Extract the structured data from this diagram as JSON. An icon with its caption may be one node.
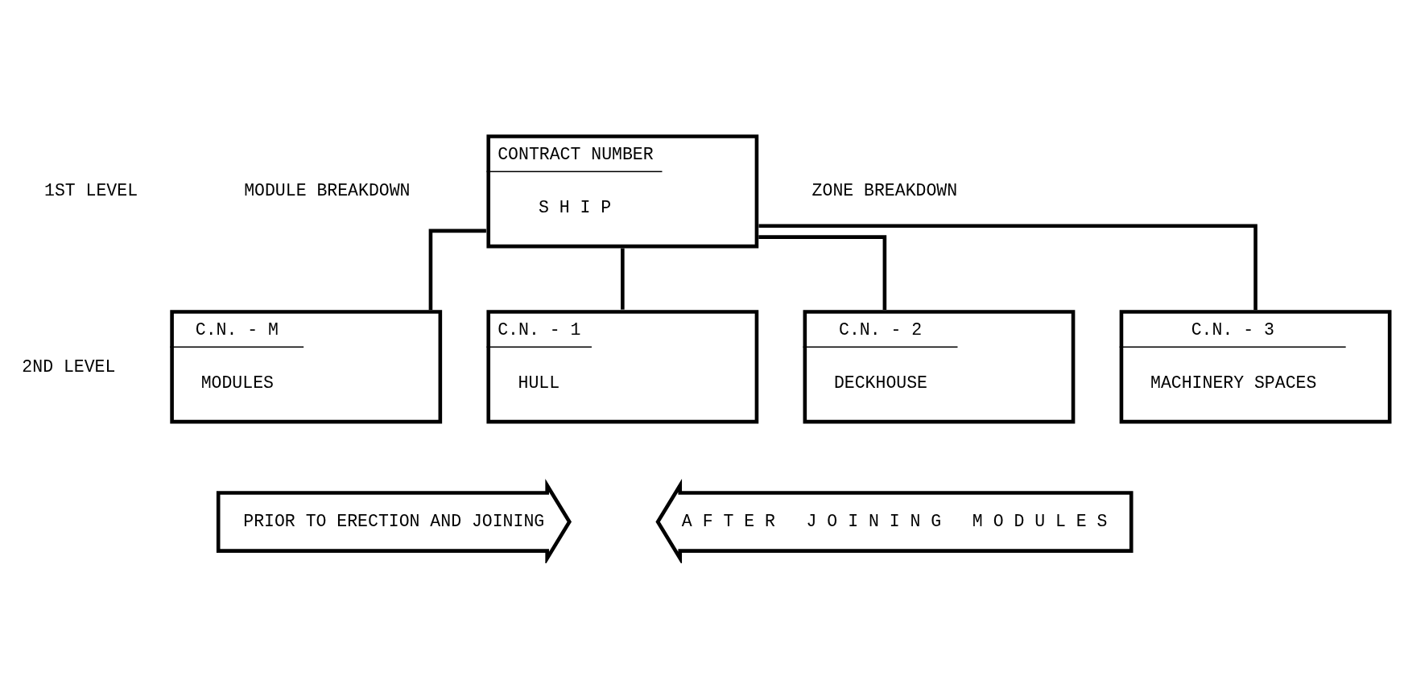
{
  "diagram": {
    "nodes": [
      {
        "text": [
          "CONTRACT NUMBER",
          "S H I P"
        ]
      },
      {
        "text": [
          "C.N. - M",
          "MODULES"
        ]
      },
      {
        "text": [
          "C.N. - 1",
          "HULL"
        ]
      },
      {
        "text": [
          "C.N. - 2",
          "DECKHOUSE"
        ]
      },
      {
        "text": [
          "C.N. - 3",
          "MACHINERY SPACES"
        ]
      },
      {
        "text": [
          "PRIOR TO ERECTION AND JOINING"
        ]
      },
      {
        "text": [
          "A F T E R   J O I N I N G   M O D U L E S"
        ]
      }
    ],
    "edges": [
      {
        "from": 0,
        "to": 1,
        "arrow": "none"
      },
      {
        "from": 0,
        "to": 2,
        "arrow": "none"
      },
      {
        "from": 0,
        "to": 3,
        "arrow": "none"
      },
      {
        "from": 0,
        "to": 4,
        "arrow": "none"
      }
    ],
    "labels": [
      "1ST LEVEL",
      "MODULE BREAKDOWN",
      "ZONE BREAKDOWN",
      "2ND LEVEL"
    ]
  }
}
